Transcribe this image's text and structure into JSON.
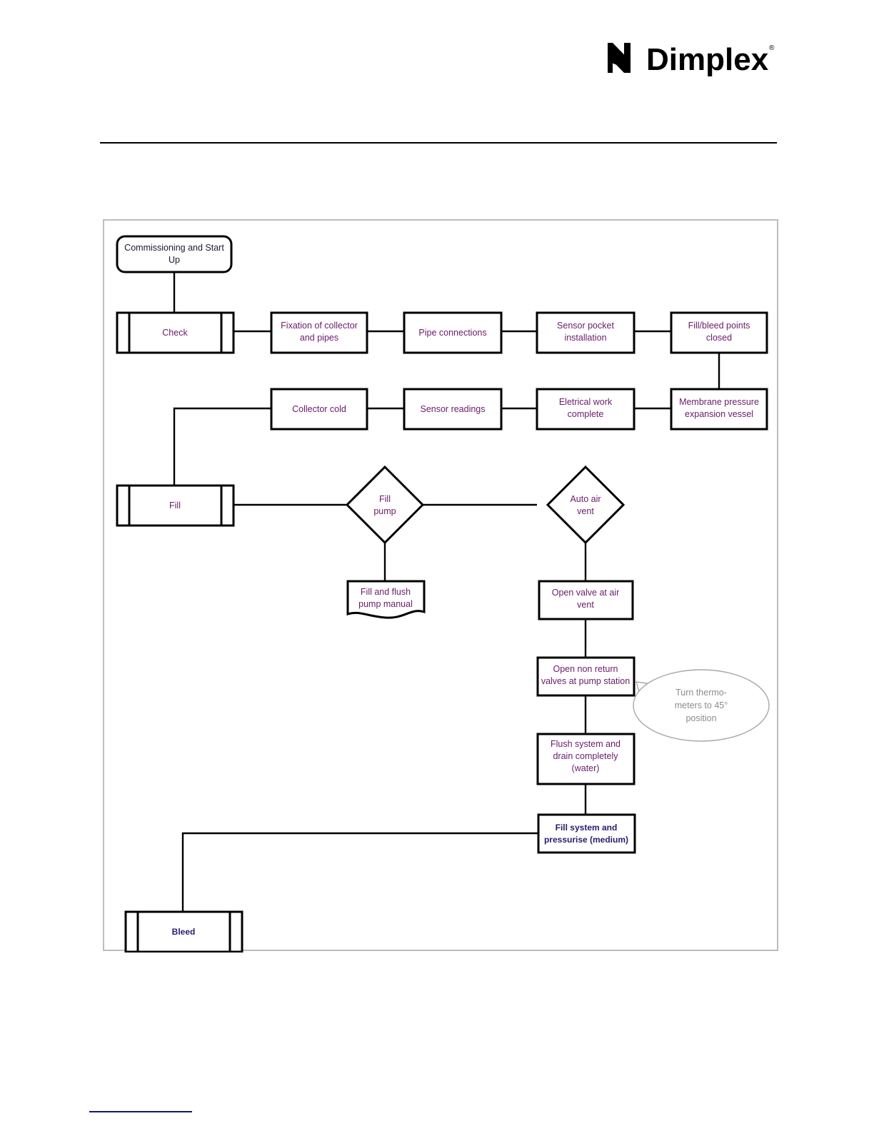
{
  "header": {
    "logo_text": "Dimplex",
    "logo_trademark": "®",
    "logo_icon": "dimplex-mark"
  },
  "flowchart": {
    "title": "Commissioning and Start Up flowchart",
    "colors": {
      "node_text": "#6a1b6a",
      "node_text_dark": "#1a1a2e",
      "callout_text": "#8c8c8c",
      "shape_stroke": "#000000",
      "frame_border": "#bdbdbd",
      "footer_rule": "#151570"
    },
    "nodes": {
      "start": {
        "type": "terminator",
        "line1": "Commissioning and Start",
        "line2": "Up"
      },
      "check": {
        "type": "predefined-process",
        "label": "Check"
      },
      "fixation": {
        "type": "process",
        "line1": "Fixation of collector",
        "line2": "and pipes"
      },
      "pipe_connections": {
        "type": "process",
        "line1": "Pipe connections",
        "line2": ""
      },
      "sensor_pocket": {
        "type": "process",
        "line1": "Sensor pocket",
        "line2": "installation"
      },
      "fill_bleed_points": {
        "type": "process",
        "line1": "Fill/bleed points",
        "line2": "closed"
      },
      "membrane_vessel": {
        "type": "process",
        "line1": "Membrane pressure",
        "line2": "expansion vessel"
      },
      "electrical_work": {
        "type": "process",
        "line1": "Eletrical work",
        "line2": "complete"
      },
      "sensor_readings": {
        "type": "process",
        "line1": "Sensor readings",
        "line2": ""
      },
      "collector_cold": {
        "type": "process",
        "line1": "Collector cold",
        "line2": ""
      },
      "fill": {
        "type": "predefined-process",
        "label": "Fill"
      },
      "fill_pump": {
        "type": "decision",
        "line1": "Fill",
        "line2": "pump"
      },
      "auto_air_vent": {
        "type": "decision",
        "line1": "Auto air",
        "line2": "vent"
      },
      "fill_flush_manual": {
        "type": "document",
        "line1": "Fill and flush",
        "line2": "pump manual"
      },
      "open_valve": {
        "type": "process",
        "line1": "Open valve at air",
        "line2": "vent"
      },
      "open_non_return": {
        "type": "process",
        "line1": "Open non return",
        "line2": "valves at pump station"
      },
      "flush_system": {
        "type": "process",
        "line1": "Flush system and",
        "line2": "drain completely",
        "line3": "(water)"
      },
      "fill_pressurise": {
        "type": "process",
        "line1": "Fill system and",
        "line2": "pressurise (medium)"
      },
      "bleed": {
        "type": "predefined-process",
        "label": "Bleed"
      },
      "thermometer_callout": {
        "type": "callout-ellipse",
        "line1": "Turn thermo-",
        "line2": "meters to 45°",
        "line3": "position"
      }
    }
  }
}
